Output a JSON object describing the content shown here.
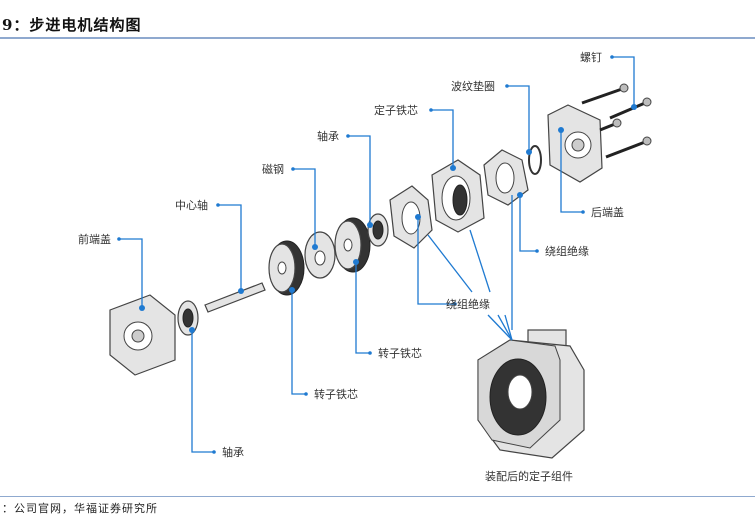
{
  "header": {
    "title": "9：步进电机结构图"
  },
  "footer": {
    "source": "：公司官网，华福证券研究所"
  },
  "diagram": {
    "type": "exploded-view",
    "subject": "stepper-motor",
    "labels": {
      "front_cover": "前端盖",
      "shaft": "中心轴",
      "magnet": "磁钢",
      "bearing_top": "轴承",
      "stator_core": "定子铁芯",
      "wave_washer": "波纹垫圈",
      "screws": "螺钉",
      "rear_cover": "后端盖",
      "insulation_right": "绕组绝缘",
      "insulation_mid": "绕组绝缘",
      "rotor_core_right": "转子铁芯",
      "rotor_core_left": "转子铁芯",
      "bearing_bottom": "轴承",
      "assembled_stator": "装配后的定子组件"
    },
    "leader_color": "#1f7ad1"
  }
}
